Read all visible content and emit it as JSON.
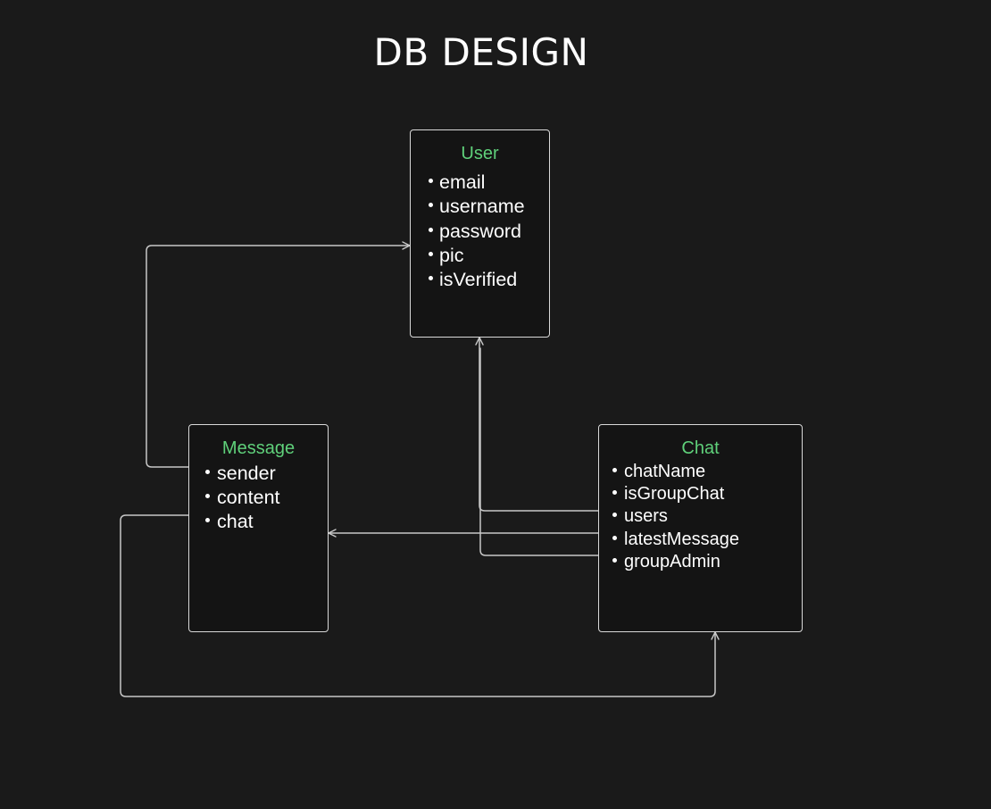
{
  "title": "DB DESIGN",
  "colors": {
    "background": "#1a1a1a",
    "entity_name": "#5fd07a",
    "border": "#d9d9d9",
    "connector": "#c8c8c8",
    "text": "#ffffff"
  },
  "entities": [
    {
      "name": "User",
      "fields": [
        "email",
        "username",
        "password",
        "pic",
        "isVerified"
      ]
    },
    {
      "name": "Message",
      "fields": [
        "sender",
        "content",
        "chat"
      ]
    },
    {
      "name": "Chat",
      "fields": [
        "chatName",
        "isGroupChat",
        "users",
        "latestMessage",
        "groupAdmin"
      ]
    }
  ],
  "relations": [
    {
      "from": "Message.sender",
      "to": "User"
    },
    {
      "from": "Message.chat",
      "to": "Chat"
    },
    {
      "from": "Chat.users",
      "to": "User"
    },
    {
      "from": "Chat.groupAdmin",
      "to": "User"
    },
    {
      "from": "Chat.latestMessage",
      "to": "Message"
    }
  ]
}
